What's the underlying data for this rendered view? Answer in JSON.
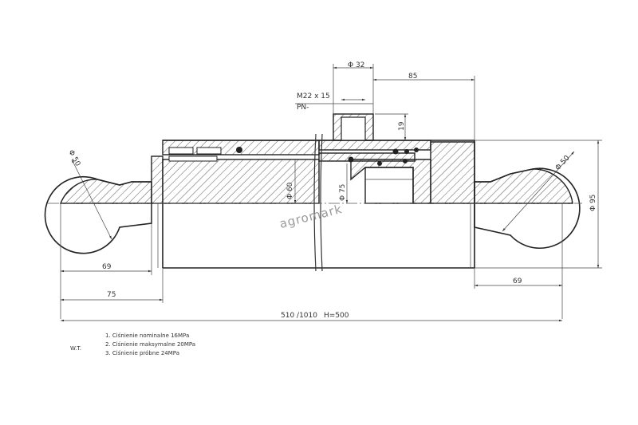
{
  "watermark": "agromark",
  "dimensions": {
    "port_diameter": "Φ 32",
    "port_offset": "85",
    "port_thread": "M22 x 15",
    "port_code": "PN-",
    "port_height": "19",
    "ball_left_diameter": "Φ 50",
    "ball_right_diameter": "Φ 50",
    "rod_diameter": "Φ 60",
    "bore_diameter": "Φ 75",
    "outer_diameter": "Φ 95",
    "left_ball_length": "69",
    "right_ball_length": "69",
    "left_neck_length": "75",
    "overall_length": "510 /1010",
    "stroke": "H=500"
  },
  "notes": {
    "label": "W.T.",
    "lines": [
      "1. Ciśnienie nominalne 16MPa",
      "2. Ciśnienie maksymalne 20MPa",
      "3. Ciśnienie próbne 24MPa"
    ]
  }
}
